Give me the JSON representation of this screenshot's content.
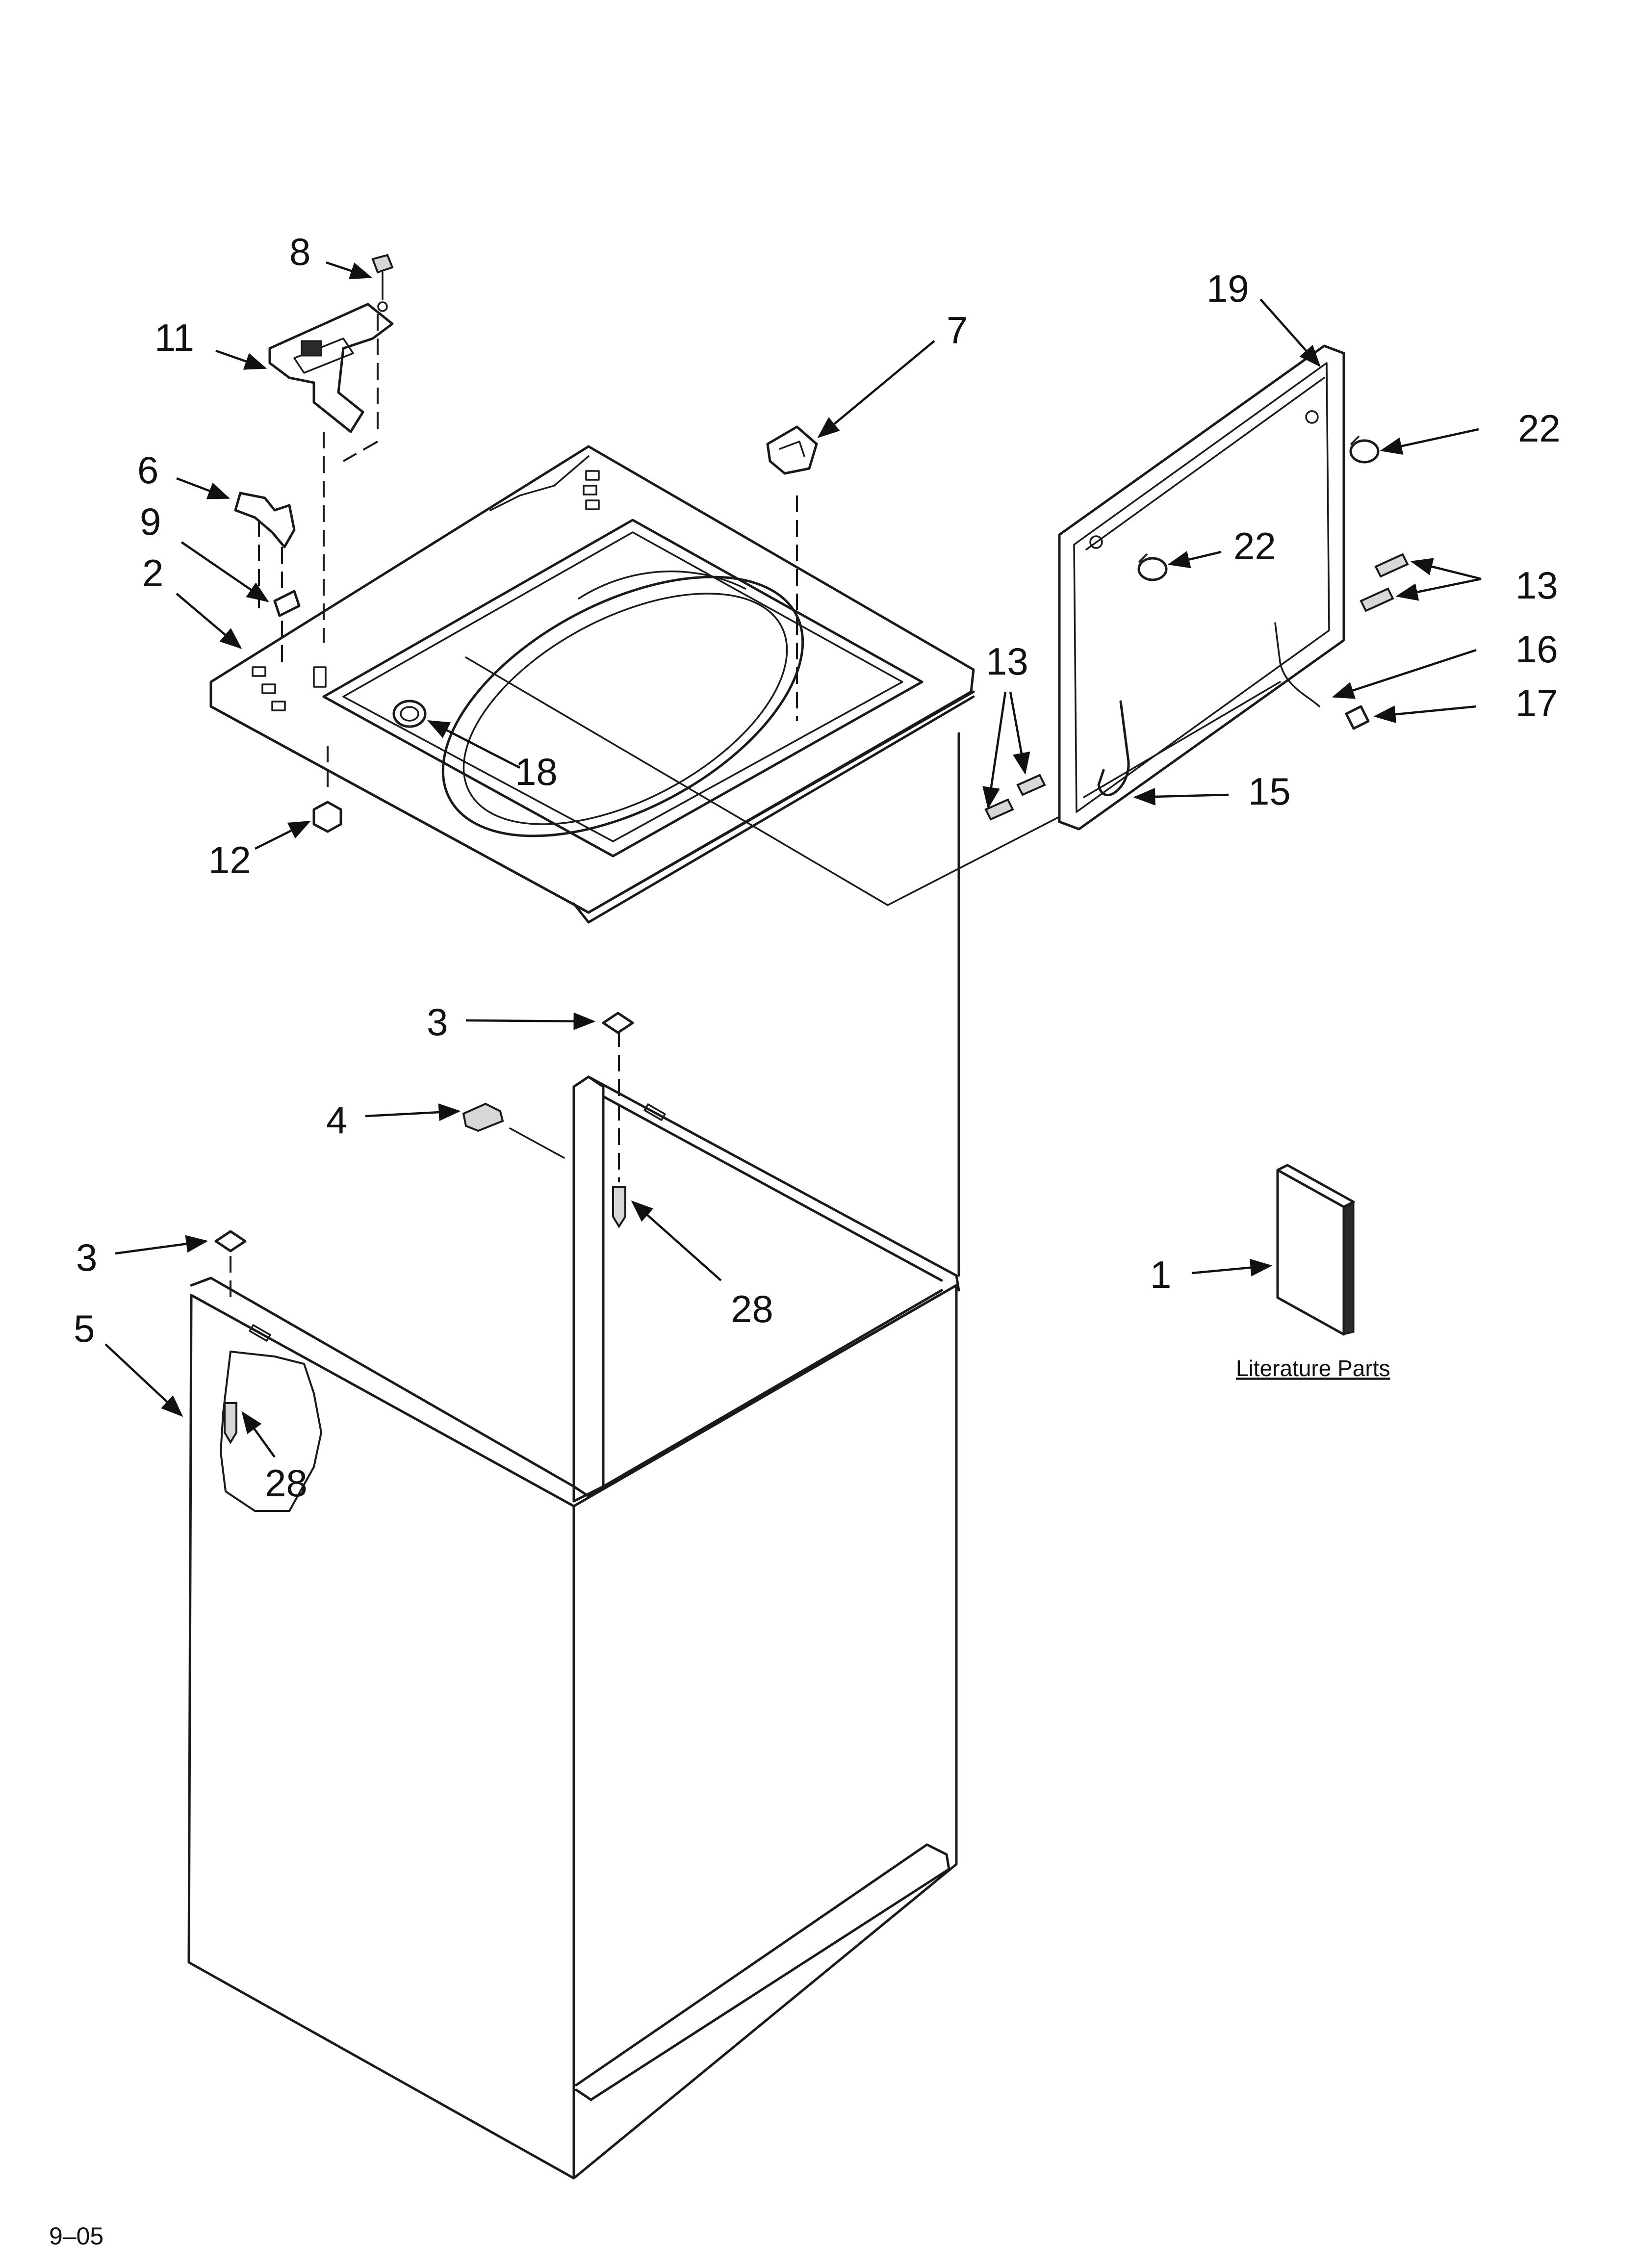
{
  "callouts": [
    {
      "id": "8",
      "text": "8"
    },
    {
      "id": "11",
      "text": "11"
    },
    {
      "id": "7",
      "text": "7"
    },
    {
      "id": "19",
      "text": "19"
    },
    {
      "id": "22a",
      "text": "22"
    },
    {
      "id": "22b",
      "text": "22"
    },
    {
      "id": "6",
      "text": "6"
    },
    {
      "id": "9",
      "text": "9"
    },
    {
      "id": "2",
      "text": "2"
    },
    {
      "id": "13a",
      "text": "13"
    },
    {
      "id": "13b",
      "text": "13"
    },
    {
      "id": "16",
      "text": "16"
    },
    {
      "id": "17",
      "text": "17"
    },
    {
      "id": "15",
      "text": "15"
    },
    {
      "id": "18",
      "text": "18"
    },
    {
      "id": "12",
      "text": "12"
    },
    {
      "id": "3a",
      "text": "3"
    },
    {
      "id": "4",
      "text": "4"
    },
    {
      "id": "28a",
      "text": "28"
    },
    {
      "id": "3b",
      "text": "3"
    },
    {
      "id": "5",
      "text": "5"
    },
    {
      "id": "28b",
      "text": "28"
    },
    {
      "id": "1",
      "text": "1"
    }
  ],
  "literature_label": "Literature Parts",
  "footer_code": "9–05"
}
